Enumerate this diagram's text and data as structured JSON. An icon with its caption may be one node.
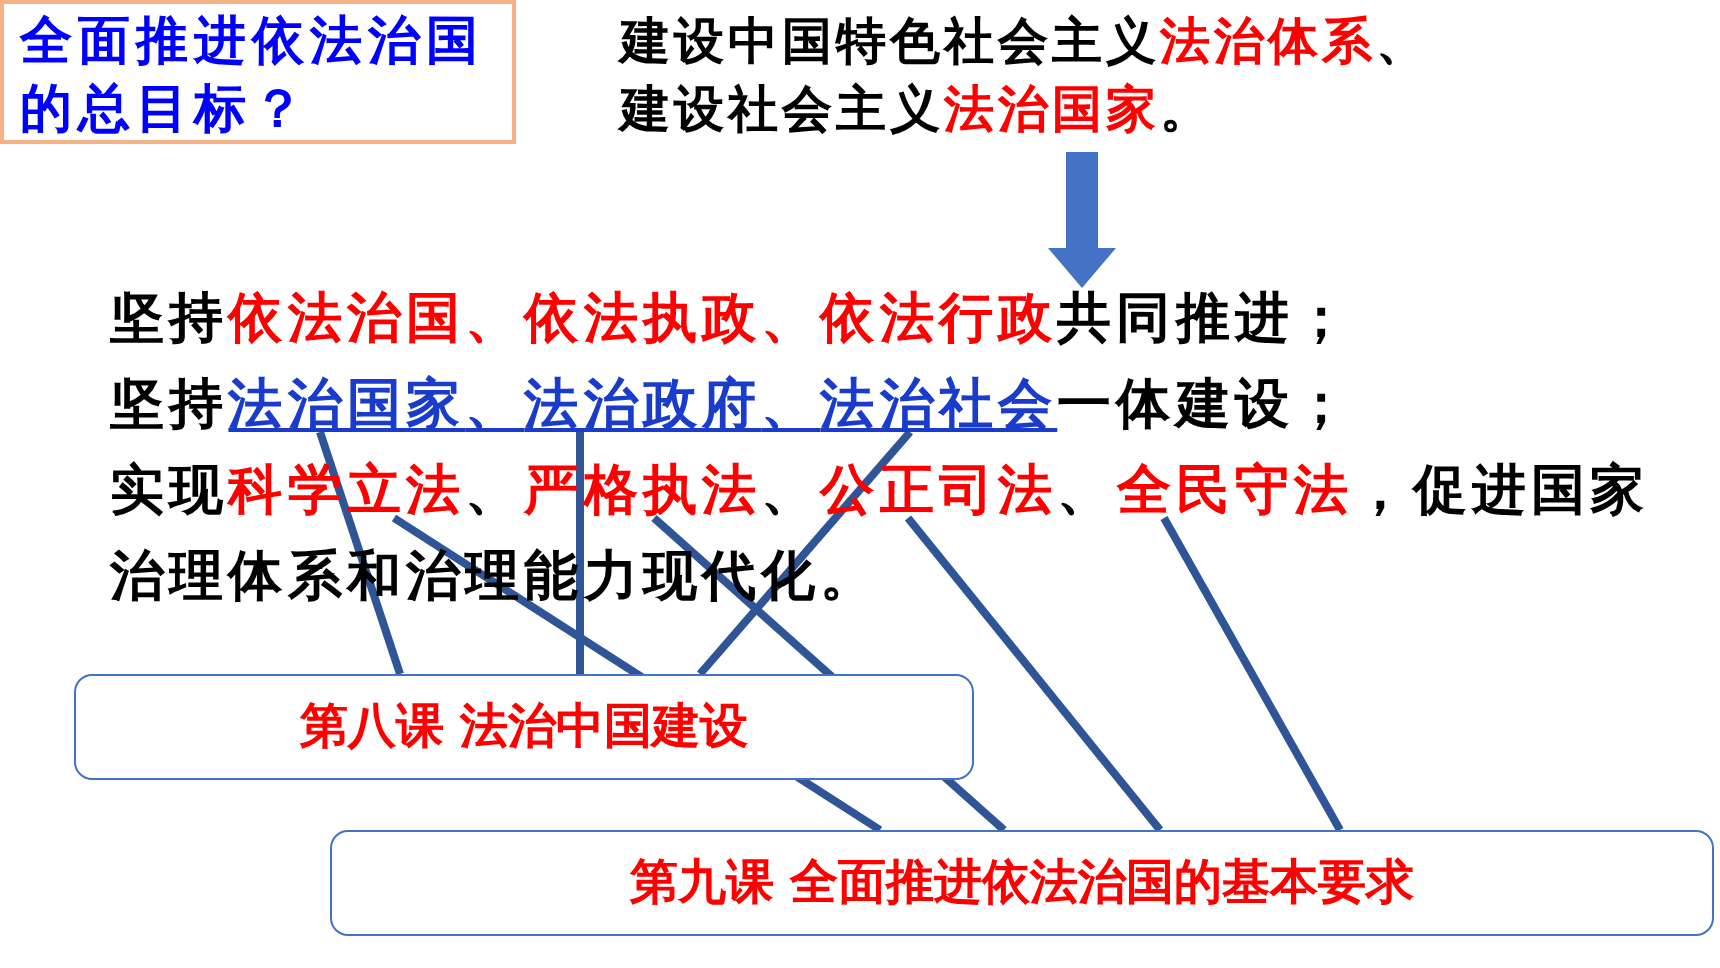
{
  "diagram": {
    "nodes": [
      {
        "text": [
          "全面推进依法治国的总目标？"
        ]
      },
      {
        "text": [
          "建设中国特色社会主义**法治体系**、建设社会主义**法治国家**。"
        ]
      },
      {
        "text": [
          "坚持**依法治国、依法执政、依法行政**共同推进；"
        ]
      },
      {
        "text": [
          "法治国家"
        ]
      },
      {
        "text": [
          "法治政府"
        ]
      },
      {
        "text": [
          "法治社会"
        ]
      },
      {
        "text": [
          "科学立法"
        ]
      },
      {
        "text": [
          "严格执法"
        ]
      },
      {
        "text": [
          "公正司法"
        ]
      },
      {
        "text": [
          "全民守法"
        ]
      },
      {
        "text": [
          "第八课 法治中国建设"
        ]
      },
      {
        "text": [
          "第九课 全面推进依法治国的基本要求"
        ]
      }
    ],
    "edges": [
      {
        "from": 1,
        "to": 2,
        "arrow": "to",
        "style": "thick",
        "color": "#4472c4"
      },
      {
        "from": 3,
        "to": 10,
        "arrow": "none"
      },
      {
        "from": 4,
        "to": 10,
        "arrow": "none"
      },
      {
        "from": 5,
        "to": 10,
        "arrow": "none"
      },
      {
        "from": 6,
        "to": 11,
        "arrow": "none"
      },
      {
        "from": 7,
        "to": 11,
        "arrow": "none"
      },
      {
        "from": 8,
        "to": 11,
        "arrow": "none"
      },
      {
        "from": 9,
        "to": 11,
        "arrow": "none"
      }
    ],
    "labels": [
      "坚持",
      "、",
      "、",
      "一体建设；",
      "实现",
      "、",
      "、",
      "、",
      "，促进国家治理体系和治理能力现代化。"
    ]
  }
}
